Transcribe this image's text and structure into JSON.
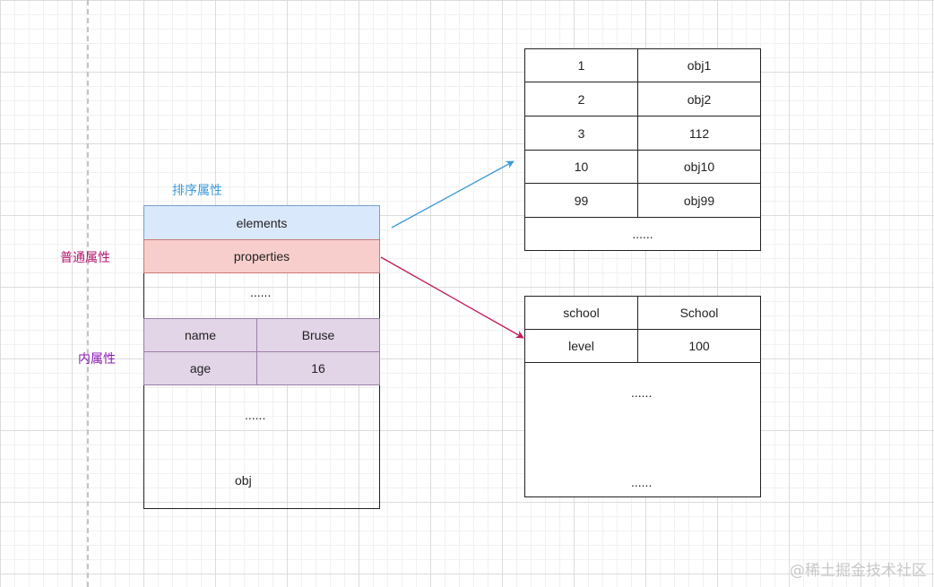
{
  "obj_box": {
    "label_sort": "排序属性",
    "label_normal": "普通属性",
    "label_inner": "内属性",
    "elements": "elements",
    "properties": "properties",
    "gap_dots": "......",
    "inner_rows": [
      {
        "key": "name",
        "value": "Bruse"
      },
      {
        "key": "age",
        "value": "16"
      }
    ],
    "bottom_dots": "......",
    "name": "obj"
  },
  "elements_table": {
    "rows": [
      {
        "key": "1",
        "value": "obj1"
      },
      {
        "key": "2",
        "value": "obj2"
      },
      {
        "key": "3",
        "value": "112"
      },
      {
        "key": "10",
        "value": "obj10"
      },
      {
        "key": "99",
        "value": "obj99"
      }
    ],
    "footer": "......"
  },
  "properties_table": {
    "rows": [
      {
        "key": "school",
        "value": "School"
      },
      {
        "key": "level",
        "value": "100"
      }
    ],
    "mid_dots": "......",
    "bottom_dots": "......"
  },
  "colors": {
    "elements_fill": "#dae8fc",
    "properties_fill": "#f8cecc",
    "inner_fill": "#e1d5e7",
    "sort_label": "#3b9ad9",
    "normal_label": "#b3166f",
    "inner_label": "#8a1ab3",
    "arrow_blue": "#3a9ad9",
    "arrow_red": "#c21a5a"
  },
  "watermark": "@稀土掘金技术社区"
}
